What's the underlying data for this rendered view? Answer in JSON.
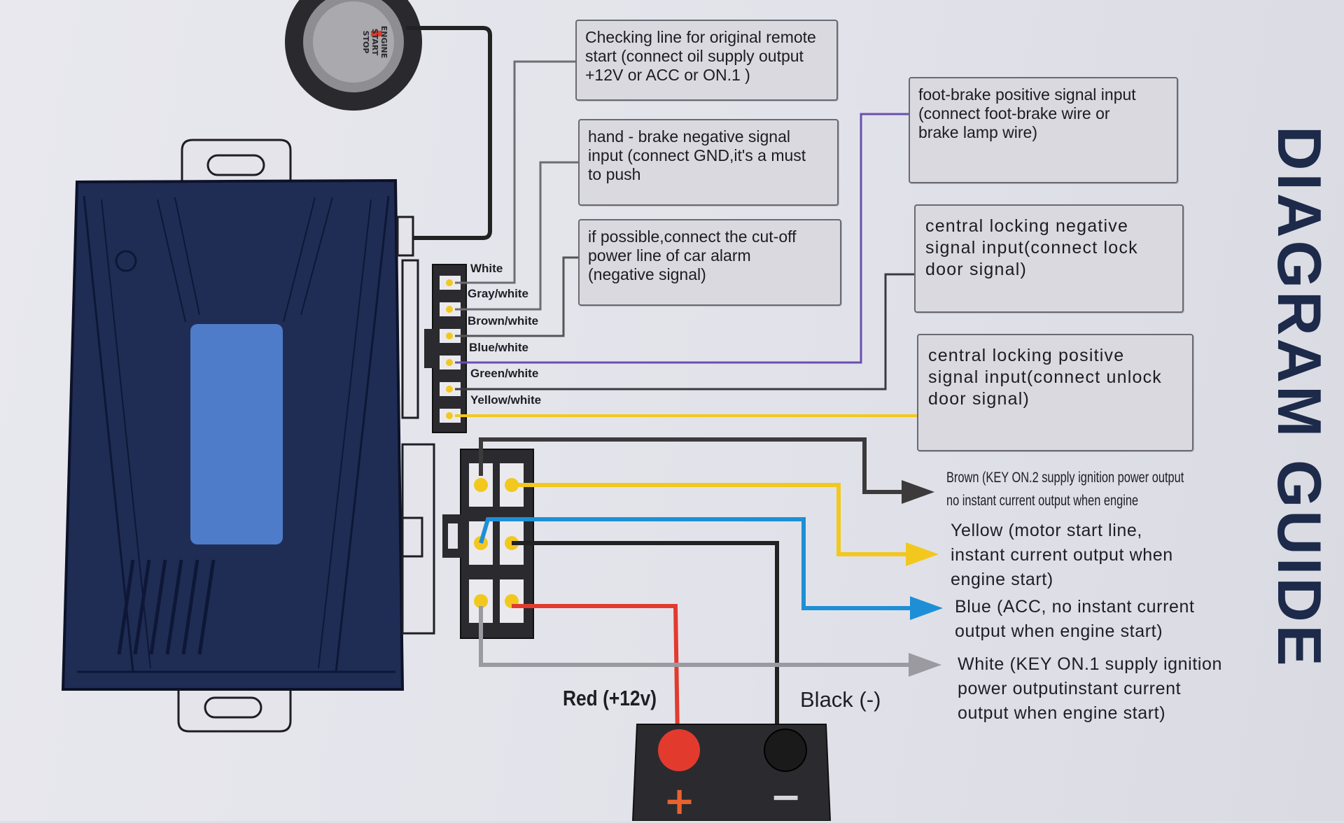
{
  "title": "DIAGRAM GUIDE",
  "start_button": {
    "label": "ENGINE\nSTART\nSTOP"
  },
  "input_boxes": [
    {
      "id": "original-remote",
      "text": "Checking line for original remote\n start (connect oil supply output\n+12V or ACC or ON.1 )"
    },
    {
      "id": "hand-brake",
      "text": "hand - brake negative signal\ninput (connect GND,it's a must\nto push"
    },
    {
      "id": "car-alarm",
      "text": "if possible,connect the cut-off\npower line of car alarm\n(negative signal)"
    },
    {
      "id": "foot-brake",
      "text": "foot-brake positive signal input\n(connect foot-brake wire or\nbrake lamp wire)"
    },
    {
      "id": "lock",
      "text": "central locking negative\nsignal input(connect lock\ndoor signal)"
    },
    {
      "id": "unlock",
      "text": "central locking positive\nsignal input(connect unlock\ndoor signal)"
    }
  ],
  "pin_labels": [
    "White",
    "Gray/white",
    "Brown/white",
    "Blue/white",
    "Green/white",
    "Yellow/white"
  ],
  "outputs": [
    {
      "id": "brown",
      "text": "Brown  (KEY ON.2 supply ignition power output\nno instant current output when engine",
      "color": "#3c3a3a"
    },
    {
      "id": "yellow",
      "text": "Yellow (motor start line,\ninstant current output when\nengine start)",
      "color": "#f2c81e"
    },
    {
      "id": "blue",
      "text": "Blue  (ACC, no instant current\noutput when engine start)",
      "color": "#1e8fd6"
    },
    {
      "id": "white",
      "text": "White (KEY ON.1 supply ignition\npower outputinstant current\noutput when engine start)",
      "color": "#9a9aa0"
    }
  ],
  "battery": {
    "red_label": "Red  (+12v)",
    "black_label": "Black (-)",
    "plus_symbol": "+",
    "minus_symbol": "−"
  },
  "colors": {
    "module": "#1f2d55",
    "module_screen": "#4f7cc8",
    "red_wire": "#e23b2e",
    "black_wire": "#222222",
    "blue_wire": "#1e8fd6",
    "yellow_wire": "#f2c81e",
    "purple_wire": "#6a4fb0",
    "gray_wire": "#9a9aa0"
  }
}
